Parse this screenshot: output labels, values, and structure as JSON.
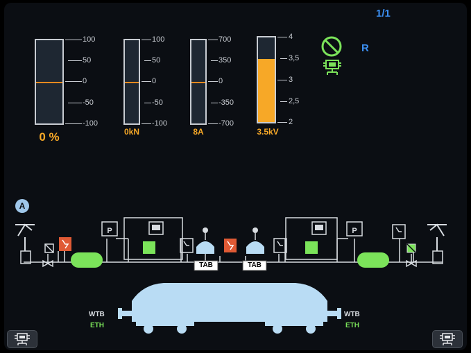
{
  "header": {
    "page_indicator": "1/1",
    "mode_letter": "R"
  },
  "gauges": [
    {
      "id": "percent",
      "readout": "0 %",
      "ticks": [
        "100",
        "50",
        "0",
        "-50",
        "-100"
      ],
      "level_fraction": 0.5,
      "display": "center-line"
    },
    {
      "id": "force",
      "readout": "0kN",
      "ticks": [
        "100",
        "50",
        "0",
        "-50",
        "-100"
      ],
      "level_fraction": 0.5,
      "display": "center-line"
    },
    {
      "id": "current",
      "readout": "8A",
      "ticks": [
        "700",
        "350",
        "0",
        "-350",
        "-700"
      ],
      "level_fraction": 0.5,
      "display": "center-line"
    },
    {
      "id": "voltage",
      "readout": "3.5kV",
      "ticks": [
        "4",
        "3,5",
        "3",
        "2,5",
        "2"
      ],
      "level_fraction": 0.75,
      "display": "fill"
    }
  ],
  "status_icons": {
    "prohibited": "prohibited-icon",
    "converter": "converter-icon"
  },
  "schematic": {
    "auto_mode_badge": "A",
    "tab_left": "TAB",
    "tab_right": "TAB",
    "network_left": {
      "wtb": "WTB",
      "eth": "ETH"
    },
    "network_right": {
      "wtb": "WTB",
      "eth": "ETH"
    }
  },
  "colors": {
    "accent_orange": "#f7a827",
    "status_green": "#7be35a",
    "alert_red": "#e05a35",
    "info_blue": "#3b8ef0",
    "vehicle_blue": "#b9dcf4"
  },
  "footer": {
    "left_button_icon": "converter-icon",
    "right_button_icon": "converter-icon"
  }
}
